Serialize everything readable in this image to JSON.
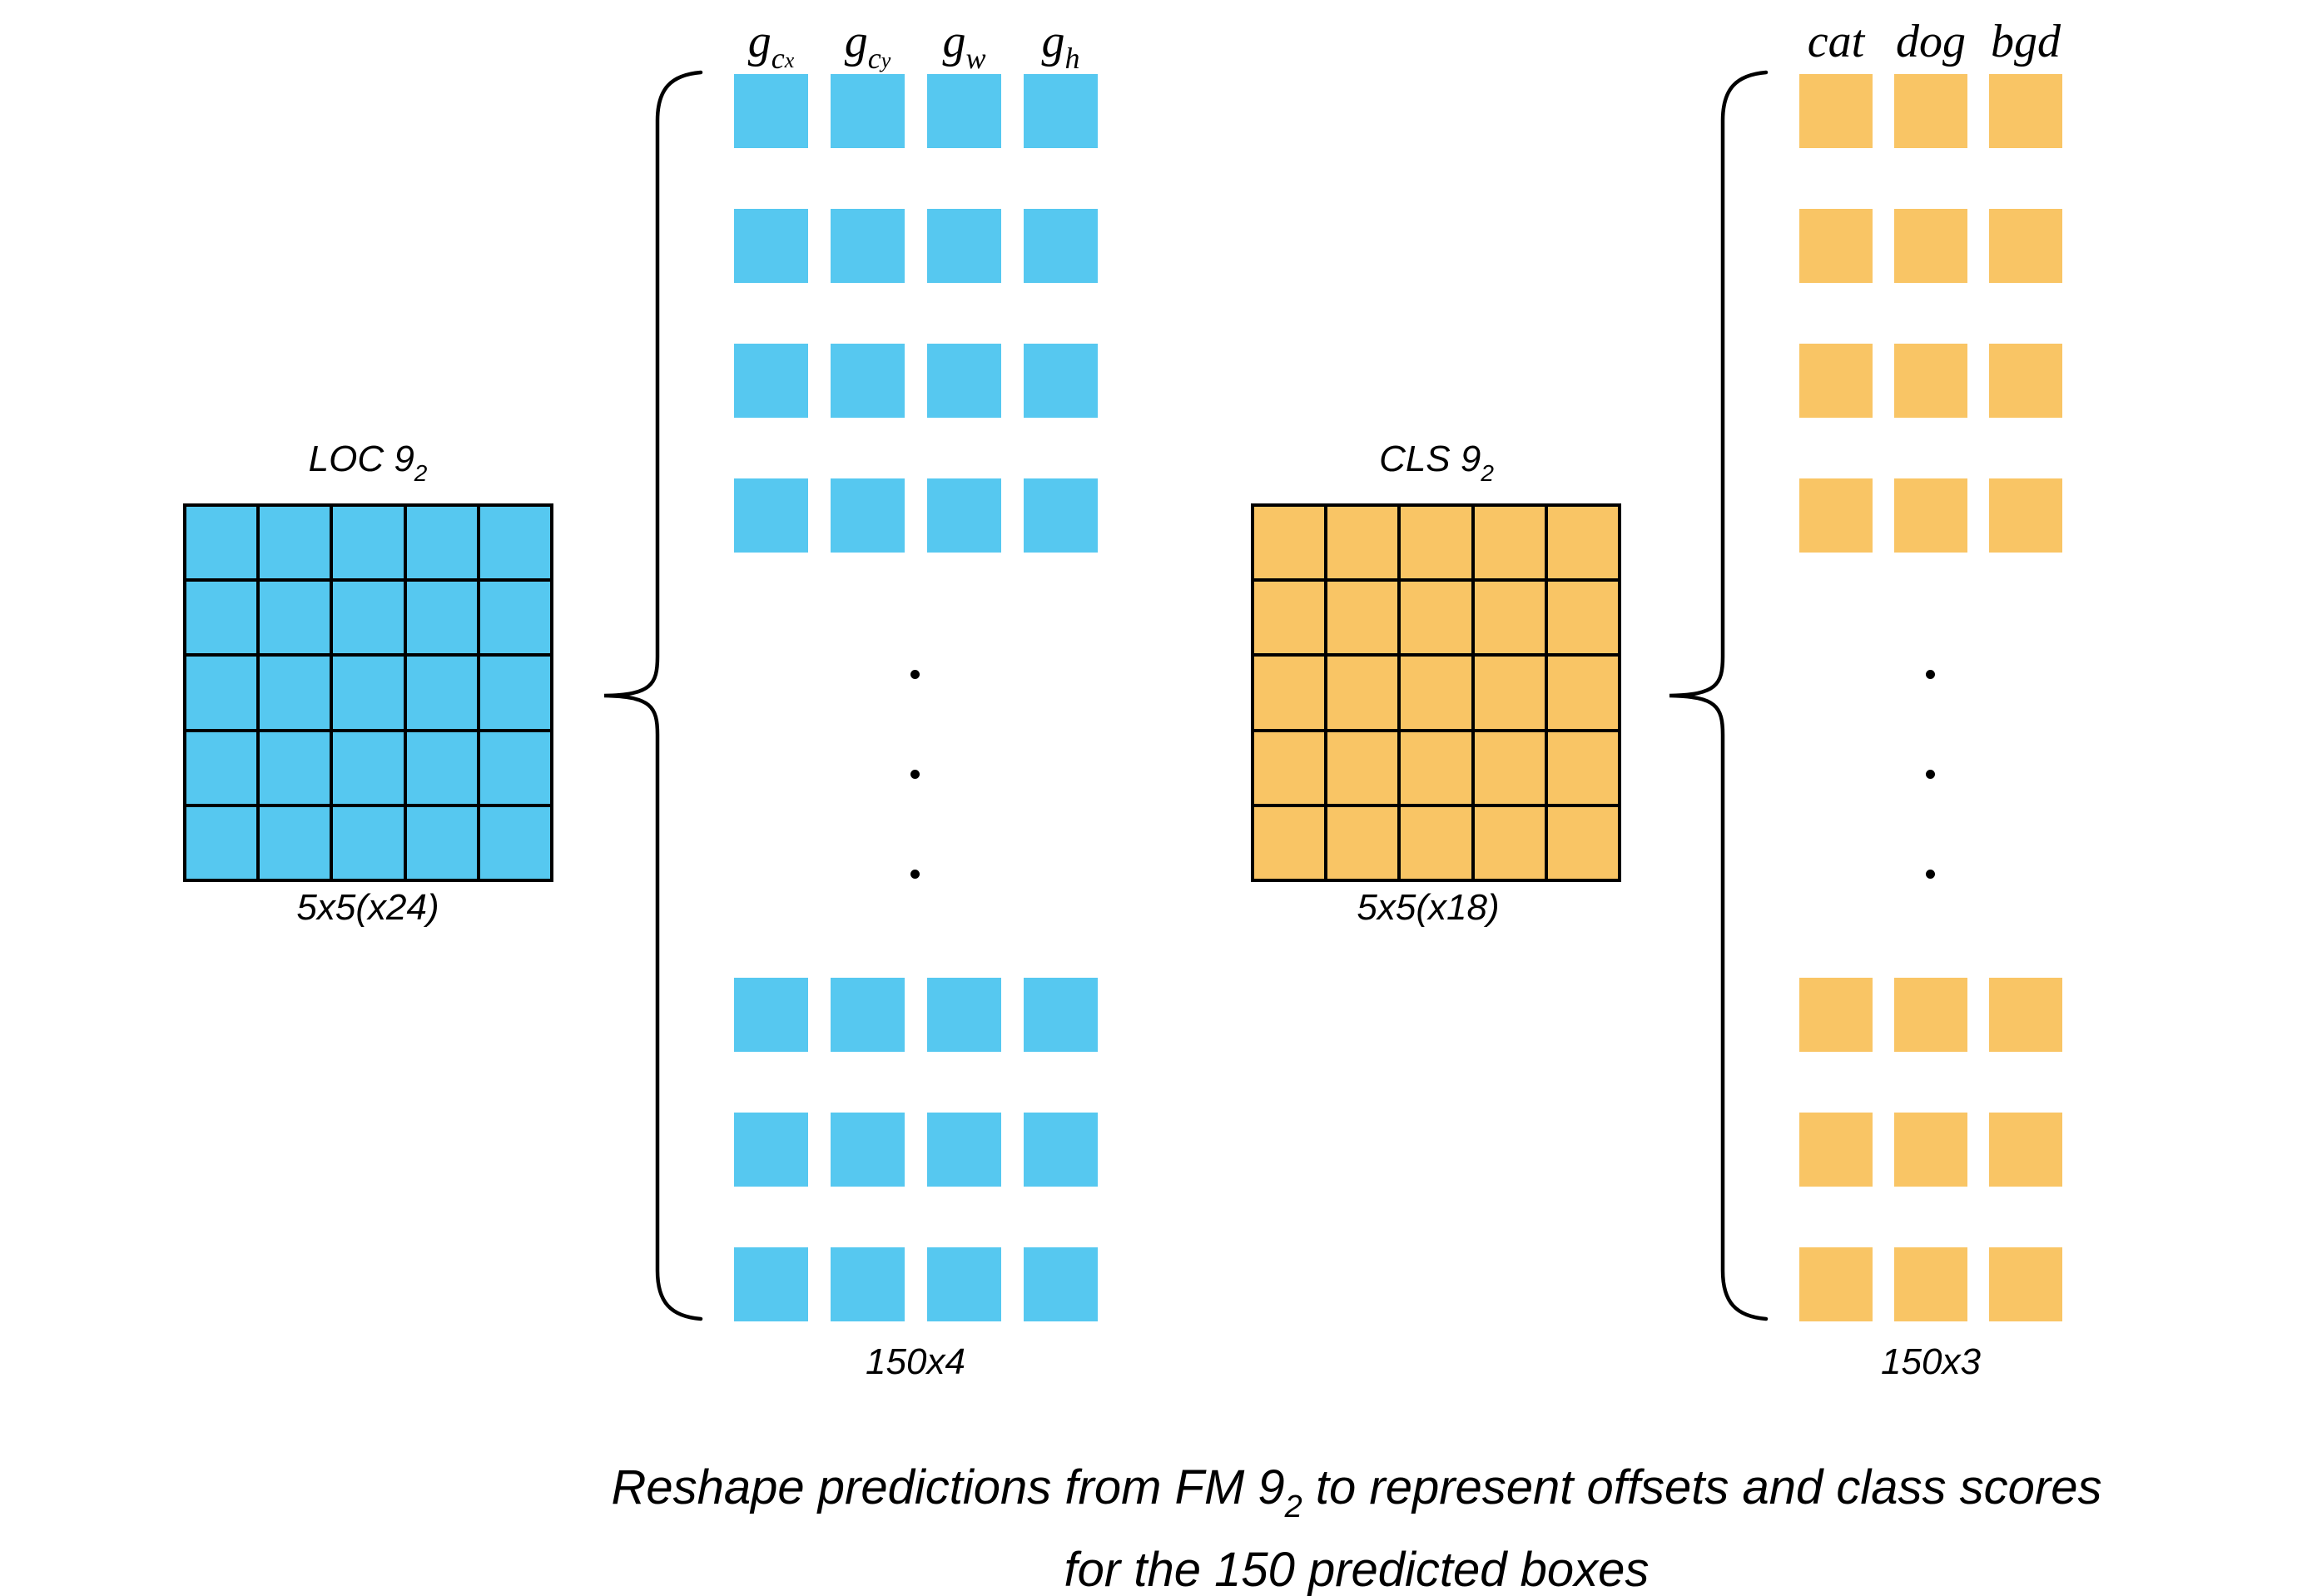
{
  "colors": {
    "loc-fill": "#56C8F0",
    "cls-fill": "#F9C565",
    "ink": "#000000"
  },
  "loc": {
    "title": {
      "main": "LOC 9",
      "sub": "2"
    },
    "dims": "5x5(x24)",
    "grid": {
      "rows": 5,
      "cols": 5,
      "cells": 25
    },
    "reshape": {
      "headers": [
        {
          "base": "g",
          "sub": "c",
          "subsub": "x"
        },
        {
          "base": "g",
          "sub": "c",
          "subsub": "y"
        },
        {
          "base": "g",
          "sub": "w",
          "subsub": ""
        },
        {
          "base": "g",
          "sub": "h",
          "subsub": ""
        }
      ],
      "cols": 4,
      "visible_top_rows": 4,
      "visible_bottom_rows": 3,
      "top_cells": 16,
      "bottom_cells": 12,
      "shape_label": "150x4"
    }
  },
  "cls": {
    "title": {
      "main": "CLS 9",
      "sub": "2"
    },
    "dims": "5x5(x18)",
    "grid": {
      "rows": 5,
      "cols": 5,
      "cells": 25
    },
    "reshape": {
      "headers": [
        "cat",
        "dog",
        "bgd"
      ],
      "cols": 3,
      "visible_top_rows": 4,
      "visible_bottom_rows": 3,
      "top_cells": 12,
      "bottom_cells": 9,
      "shape_label": "150x3"
    }
  },
  "caption": {
    "line1_pre": "Reshape predictions from FM 9",
    "line1_sub": "2",
    "line1_post": " to represent offsets and class scores",
    "line2": "for the 150 predicted boxes"
  }
}
